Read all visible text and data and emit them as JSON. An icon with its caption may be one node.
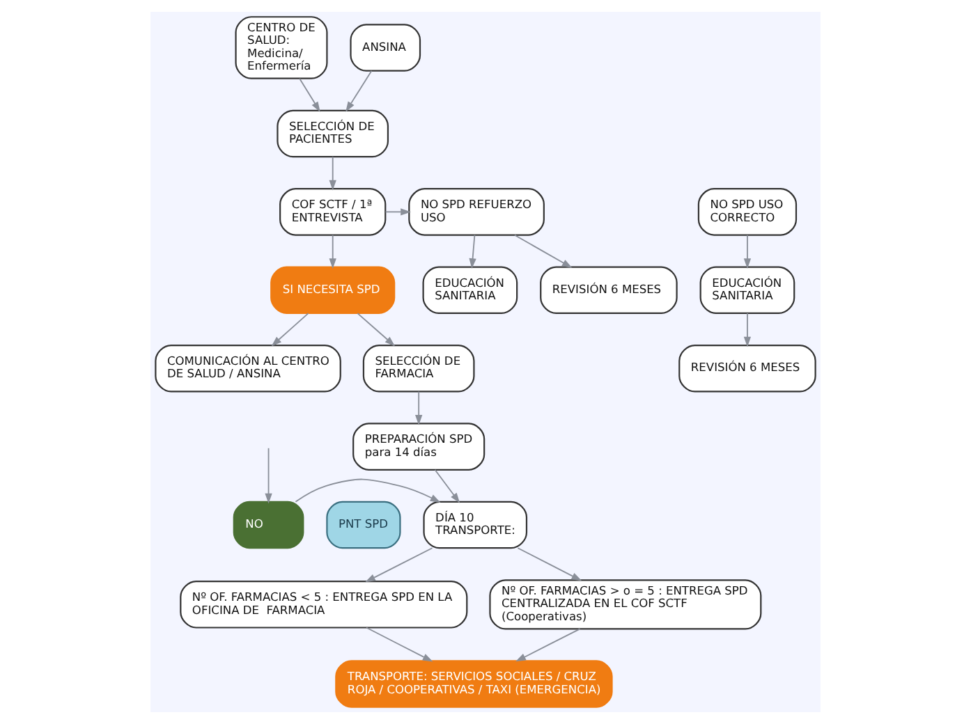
{
  "diagram": {
    "nodes": [
      {
        "text": [
          "CENTRO DE SALUD: Medicina/ Enfermería"
        ]
      },
      {
        "text": [
          "ANSINA"
        ]
      },
      {
        "text": [
          "SELECCIÓN DE PACIENTES"
        ]
      },
      {
        "text": [
          "NO SPD USO CORRECTO"
        ]
      },
      {
        "text": [
          "COF SCTF / 1ª ENTREVISTA"
        ]
      },
      {
        "text": [
          "EDUCACIÓN SANITARIA"
        ]
      },
      {
        "text": [
          "REVISIÓN 6 MESES"
        ]
      },
      {
        "text": [
          "NO SPD REFUERZO USO"
        ]
      },
      {
        "text": [
          "REVISIÓN 6 MESES"
        ]
      },
      {
        "text": [
          "EDUCACIÓN SANITARIA"
        ]
      },
      {
        "text": [
          "SI NECESITA SPD"
        ]
      },
      {
        "text": [
          "COMUNICACIÓN AL CENTRO DE SALUD / ANSINA"
        ]
      },
      {
        "text": [
          "SELECCIÓN DE FARMACIA"
        ]
      },
      {
        "text": [
          "PREPARACIÓN SPD para 14 días"
        ]
      },
      {
        "text": [
          "PNT SPD"
        ]
      },
      {
        "text": [
          "NO"
        ]
      },
      {
        "text": [
          "DÍA 10 TRANSPORTE:"
        ]
      },
      {
        "text": [
          "Nº OF. FARMACIAS < 5 : ENTREGA SPD EN LA OFICINA DE  FARMACIA"
        ]
      },
      {
        "text": [
          "Nº OF. FARMACIAS > o = 5 : ENTREGA SPD CENTRALIZADA EN EL COF SCTF (Cooperativas)"
        ]
      },
      {
        "text": [
          "TRANSPORTE: SERVICIOS SOCIALES / CRUZ ROJA / COOPERATIVAS / TAXI (EMERGENCIA)"
        ]
      }
    ],
    "edges": [
      {
        "from": 0,
        "to": 2,
        "arrow": "to"
      },
      {
        "from": 1,
        "to": 2,
        "arrow": "to"
      },
      {
        "from": 2,
        "to": 4,
        "arrow": "to"
      },
      {
        "from": 3,
        "to": 5,
        "arrow": "to"
      },
      {
        "from": 5,
        "to": 6,
        "arrow": "to"
      },
      {
        "from": 4,
        "to": 7,
        "arrow": "to"
      },
      {
        "from": 7,
        "to": 8,
        "arrow": "to"
      },
      {
        "from": 7,
        "to": 9,
        "arrow": "to"
      },
      {
        "from": 4,
        "to": 10,
        "arrow": "to"
      },
      {
        "from": 10,
        "to": 11,
        "arrow": "to"
      },
      {
        "from": 10,
        "to": 12,
        "arrow": "to"
      },
      {
        "from": 12,
        "to": 13,
        "arrow": "to"
      },
      {
        "from": 13,
        "to": 16,
        "arrow": "to"
      },
      {
        "from": 15,
        "to": 16,
        "arrow": "to"
      },
      {
        "from": 16,
        "to": 17,
        "arrow": "to"
      },
      {
        "from": 16,
        "to": 18,
        "arrow": "to"
      },
      {
        "from": 17,
        "to": 19,
        "arrow": "to"
      },
      {
        "from": 18,
        "to": 19,
        "arrow": "to"
      },
      {
        "from": null,
        "to": 15,
        "arrow": "to"
      }
    ]
  }
}
